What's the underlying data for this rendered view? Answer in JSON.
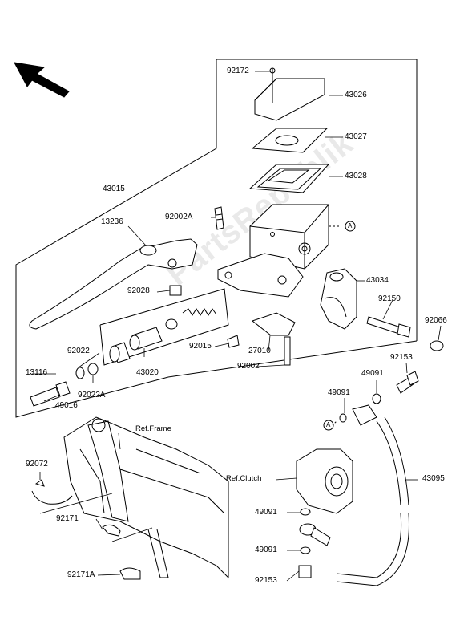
{
  "watermark": "PartsRepublik",
  "callout_letter": "A",
  "labels": {
    "p92172": "92172",
    "p43026": "43026",
    "p43027": "43027",
    "p43028": "43028",
    "p43015": "43015",
    "p92002A": "92002A",
    "p13236": "13236",
    "p43034": "43034",
    "p92028": "92028",
    "p92150": "92150",
    "p92066": "92066",
    "p92015": "92015",
    "p27010": "27010",
    "p43020": "43020",
    "p92022": "92022",
    "p92002": "92002",
    "p92153a": "92153",
    "p13116": "13116",
    "p92022A": "92022A",
    "p49091a": "49091",
    "p49091b": "49091",
    "p49016": "49016",
    "p92072": "92072",
    "ref_frame": "Ref.Frame",
    "ref_clutch": "Ref.Clutch",
    "p43095": "43095",
    "p92171": "92171",
    "p49091c": "49091",
    "p49091d": "49091",
    "p92171A": "92171A",
    "p92153b": "92153"
  }
}
